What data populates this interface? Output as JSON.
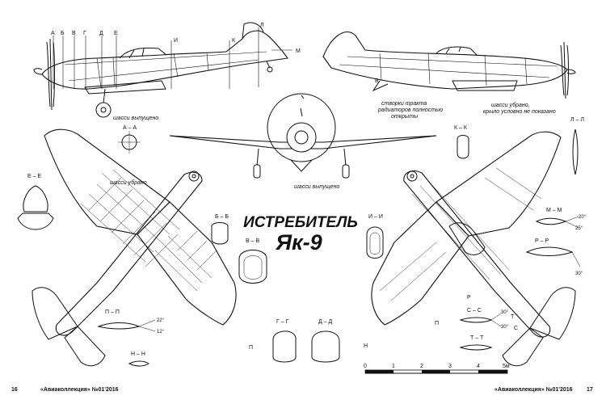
{
  "title": {
    "line1": "ИСТРЕБИТЕЛЬ",
    "line2": "Як-9"
  },
  "section_labels": {
    "aa": "А – А",
    "bb": "Б – Б",
    "vv": "В – В",
    "gg": "Г – Г",
    "dd": "Д – Д",
    "ee": "Е – Е",
    "ii": "И – И",
    "kk": "К – К",
    "ll": "Л – Л",
    "mm": "М – М",
    "nn": "Н – Н",
    "pp": "П – П",
    "rr": "Р – Р",
    "ss": "С – С",
    "tt": "Т – Т"
  },
  "station_letters": {
    "a": "А",
    "b": "Б",
    "v": "В",
    "g": "Г",
    "d": "Д",
    "e": "Е",
    "i": "И",
    "k": "К",
    "l": "Л",
    "m": "М",
    "p": "П",
    "r": "Р",
    "s": "С",
    "t": "Т",
    "n": "Н"
  },
  "notes": {
    "gear_down_side": "шасси выпущено",
    "gear_down_front": "шасси выпущено",
    "gear_up_plan": "шасси убрано",
    "radiator_flaps": "створки тракта радиаторов полностью открыты",
    "gear_up_wing": "шасси убрано, крыло условно не показано"
  },
  "angles": {
    "mm_up": "20°",
    "mm_down": "25°",
    "rr": "30°",
    "pp_up": "22°",
    "pp_down": "12°",
    "ss_up": "30°",
    "ss_down": "30°"
  },
  "scale": {
    "ticks": [
      "0",
      "1",
      "2",
      "3",
      "4",
      "5м"
    ]
  },
  "footer": {
    "left_page": "16",
    "left_pub": "«Авиаколлекция» №01'2016",
    "right_pub": "«Авиаколлекция» №01'2016",
    "right_page": "17"
  }
}
